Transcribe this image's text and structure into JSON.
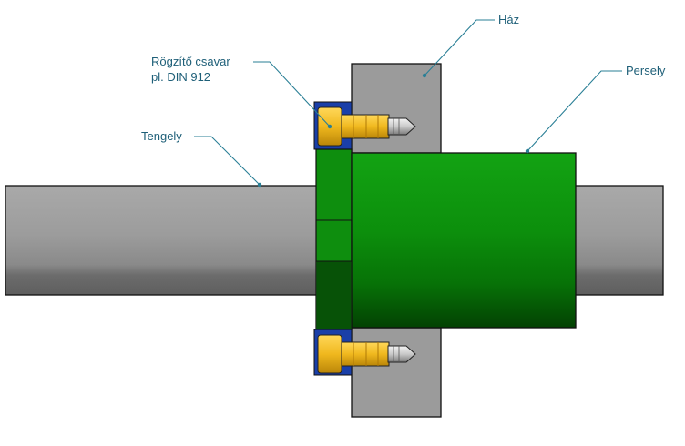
{
  "labels": {
    "haz": "Ház",
    "persely": "Persely",
    "rogzito_line1": "Rögzítő csavar",
    "rogzito_line2": "pl. DIN 912",
    "tengely": "Tengely"
  },
  "colors": {
    "shaft": "#9a9a9a",
    "housing": "#9b9b9b",
    "bushing": "#0a8a0a",
    "bushing_dark": "#064f06",
    "screw": "#e8b41c",
    "washer": "#1a3fa8",
    "leader": "#2a7f96",
    "outline": "#111111"
  }
}
